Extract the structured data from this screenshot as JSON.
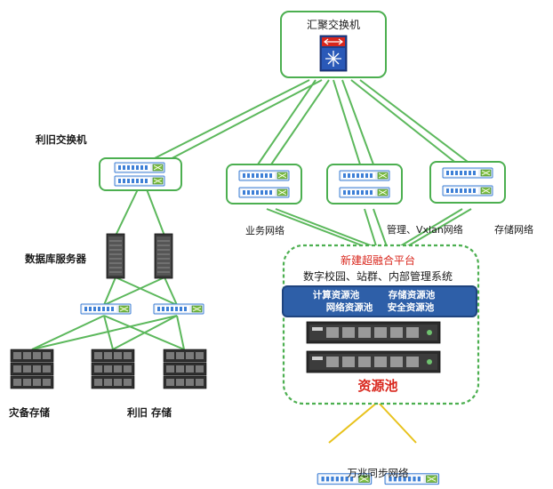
{
  "colors": {
    "link_green": "#5cb85c",
    "link_yellow": "#e8c21c",
    "box_green": "#4caf50",
    "switch_blue": "#3d7fd6",
    "pool_bar": "#2e5fa8",
    "pool_text": "#ffffff",
    "accent_red": "#d9261c"
  },
  "icons": {
    "core_switch": "core-switch-icon",
    "switch": "switch-icon",
    "db_server": "server-tower-icon",
    "storage": "storage-array-icon",
    "rack_server": "rack-server-icon"
  },
  "labels": {
    "core_switch": "汇聚交换机",
    "legacy_switch": "利旧交换机",
    "db_servers": "数据库服务器",
    "backup_storage": "灾备存储",
    "legacy_storage": "利旧 存储",
    "business_net": "业务网络",
    "mgmt_net": "管理、Vxlan网络",
    "storage_net": "存储网络",
    "platform_title": "新建超融合平台",
    "platform_subtitle": "数字校园、站群、内部管理系统",
    "pool_compute": "计算资源池",
    "pool_storage": "存储资源池",
    "pool_network": "网络资源池",
    "pool_security": "安全资源池",
    "resource_pool": "资源池",
    "sync_net": "万兆同步网络"
  }
}
